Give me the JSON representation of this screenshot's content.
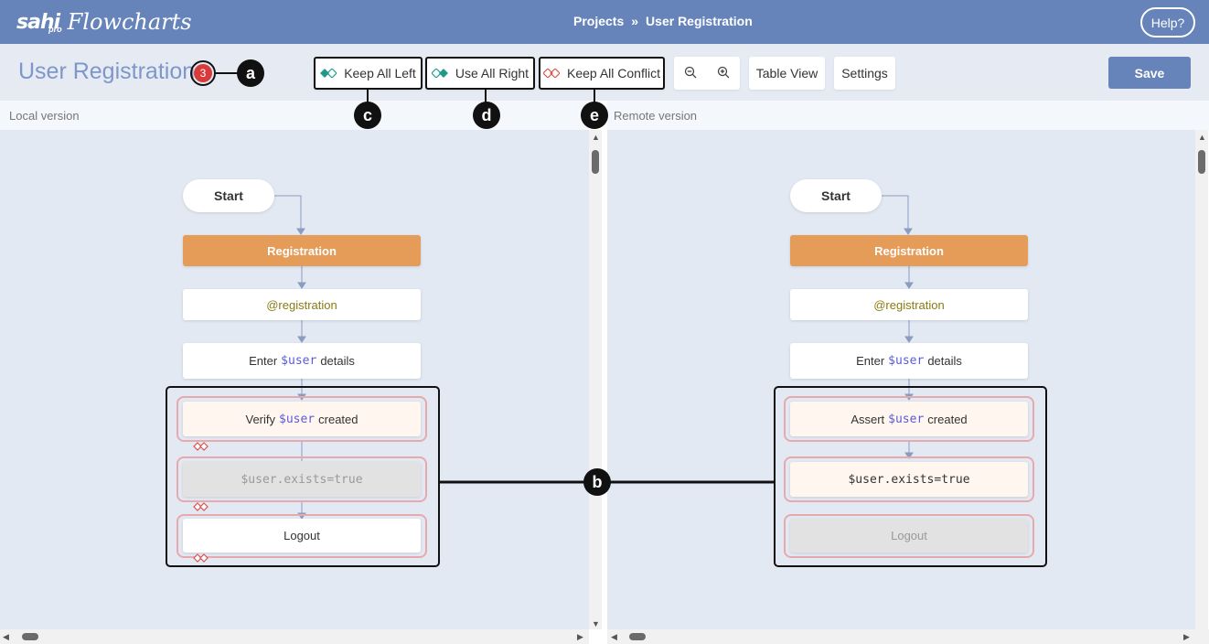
{
  "header": {
    "logo_main": "sahi",
    "logo_pro": "pro",
    "logo_product": "Flowcharts",
    "breadcrumb": [
      "Projects",
      "»",
      "User Registration"
    ],
    "help_label": "Help?"
  },
  "toolbar": {
    "title": "User Registration",
    "conflict_count": "3",
    "keep_all_left": "Keep All Left",
    "use_all_right": "Use All Right",
    "keep_all_conflict": "Keep All Conflict",
    "zoom_out_icon": "zoom-out-icon",
    "zoom_in_icon": "zoom-in-icon",
    "table_view": "Table View",
    "settings": "Settings",
    "save": "Save"
  },
  "panes": {
    "left_label": "Local version",
    "right_label": "Remote version"
  },
  "flow_common": {
    "start": "Start",
    "registration": "Registration",
    "annotation": "@registration",
    "enter_prefix": "Enter",
    "user_var": "$user",
    "enter_suffix": "details",
    "created_suffix": "created",
    "exists_expr": "$user.exists=true",
    "logout": "Logout"
  },
  "flow_left": {
    "verify_prefix": "Verify"
  },
  "flow_right": {
    "assert_prefix": "Assert"
  },
  "callouts": {
    "a": "a",
    "b": "b",
    "c": "c",
    "d": "d",
    "e": "e"
  },
  "colors": {
    "header": "#6684ba",
    "registration": "#e59c58",
    "conflict_border": "#e8a9ad",
    "badge": "#d93b3b",
    "canvas": "#e3e9f3"
  }
}
